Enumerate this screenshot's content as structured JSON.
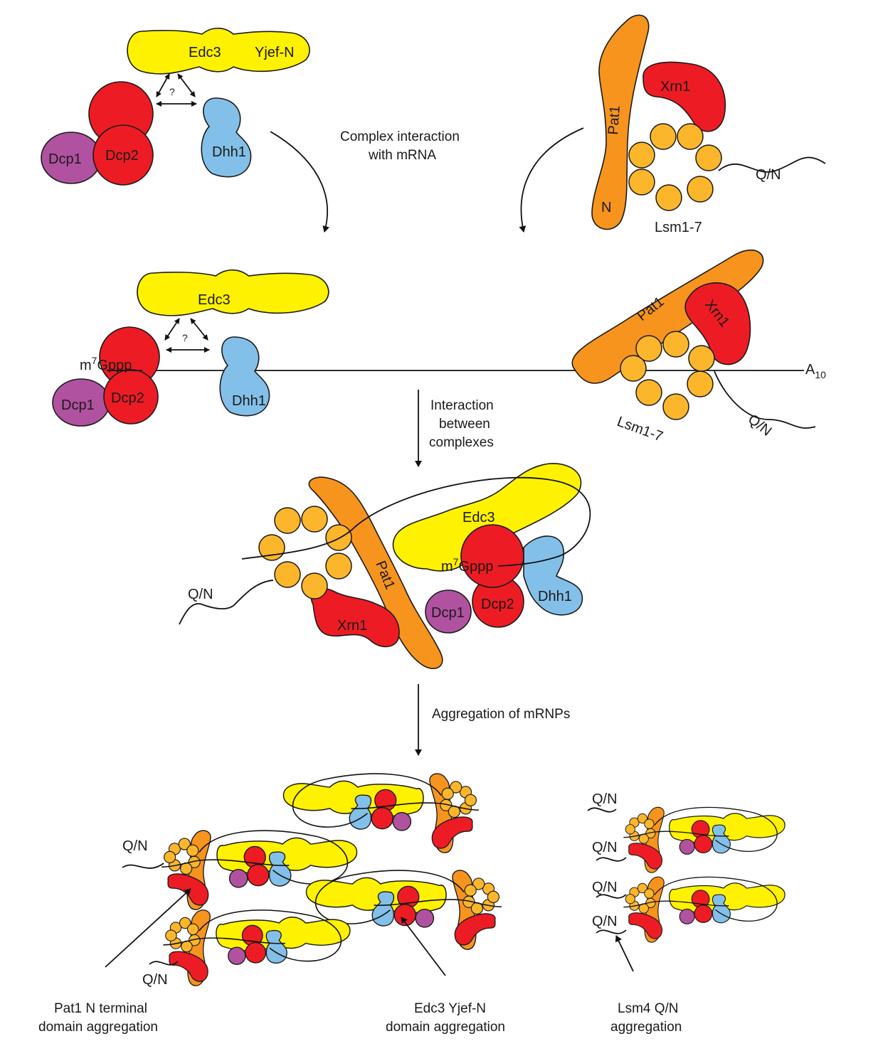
{
  "colors": {
    "edc3": "#FFF200",
    "dcp2": "#ED1C24",
    "dcp1": "#B152A0",
    "dhh1": "#83C0E9",
    "pat1": "#F7941D",
    "lsm": "#FBB62B",
    "outline": "#1a1a1a"
  },
  "labels": {
    "edc3": "Edc3",
    "yjefn": "Yjef-N",
    "question": "?",
    "dcp2": "Dcp2",
    "dcp1": "Dcp1",
    "dhh1": "Dhh1",
    "pat1": "Pat1",
    "xrn1": "Xrn1",
    "n": "N",
    "lsm17": "Lsm1-7",
    "qn": "Q/N",
    "m": "m",
    "sup7": "7",
    "gppp": "Gppp",
    "a": "A",
    "sub10": "10"
  },
  "steps": {
    "complex_line1": "Complex interaction",
    "complex_line2": "with mRNA",
    "between_line1": "Interaction",
    "between_line2": "between",
    "between_line3": "complexes",
    "aggregation": "Aggregation of mRNPs"
  },
  "annotations": {
    "pat1_line1": "Pat1 N terminal",
    "pat1_line2": "domain aggregation",
    "edc3_line1": "Edc3 Yjef-N",
    "edc3_line2": "domain aggregation",
    "lsm4_line1": "Lsm4 Q/N",
    "lsm4_line2": "aggregation"
  }
}
